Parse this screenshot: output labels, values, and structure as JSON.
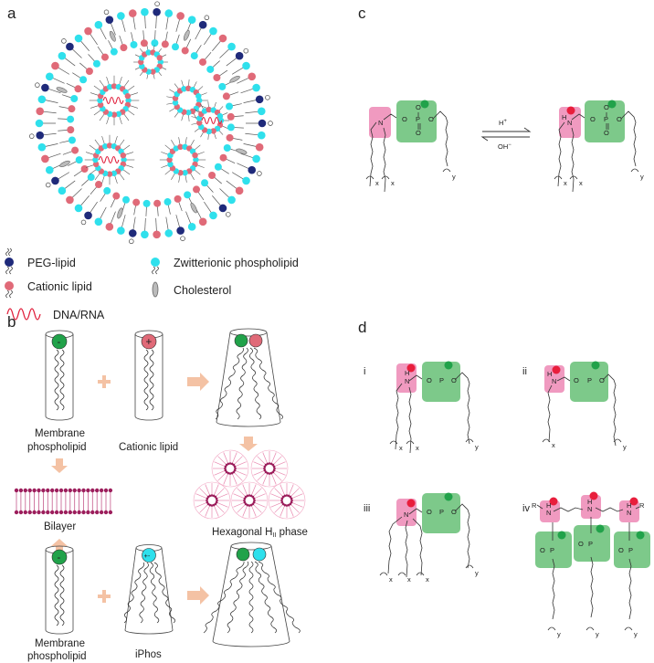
{
  "panels": {
    "a": "a",
    "b": "b",
    "c": "c",
    "d": "d"
  },
  "legend": {
    "peg_lipid": "PEG-lipid",
    "cationic_lipid": "Cationic lipid",
    "zwitterionic": "Zwitterionic phospholipid",
    "cholesterol": "Cholesterol",
    "dna_rna": "DNA/RNA"
  },
  "panel_b": {
    "membrane_1_line1": "Membrane",
    "membrane_1_line2": "phospholipid",
    "cationic": "Cationic lipid",
    "bilayer": "Bilayer",
    "hexagonal": "Hexagonal H",
    "hexagonal_sub": "II",
    "hexagonal_suffix": " phase",
    "membrane_2_line1": "Membrane",
    "membrane_2_line2": "phospholipid",
    "iphos": "iPhos",
    "minus": "-",
    "plus": "+",
    "plusminus": "+-"
  },
  "panel_c": {
    "acid": "H",
    "acid_sup": "+",
    "base": "OH",
    "base_sup": "−",
    "atom_N": "N",
    "atom_O": "O",
    "atom_P": "P",
    "atom_H": "H",
    "sub_x": "x",
    "sub_y": "y"
  },
  "panel_d": {
    "i": "i",
    "ii": "ii",
    "iii": "iii",
    "iv": "iv",
    "atom_R": "R"
  },
  "colors": {
    "peg_navy": "#1f2a7a",
    "cationic_pink": "#e06a78",
    "zwitter_cyan": "#2fe0ec",
    "dna_red": "#e0203c",
    "pink_box": "#f09ac0",
    "green_box": "#7dc98a",
    "red_dot": "#e81e3c",
    "green_dot": "#21a24a",
    "arrow_peach": "#f4c2a4",
    "membrane_magenta": "#9c1e5c"
  }
}
